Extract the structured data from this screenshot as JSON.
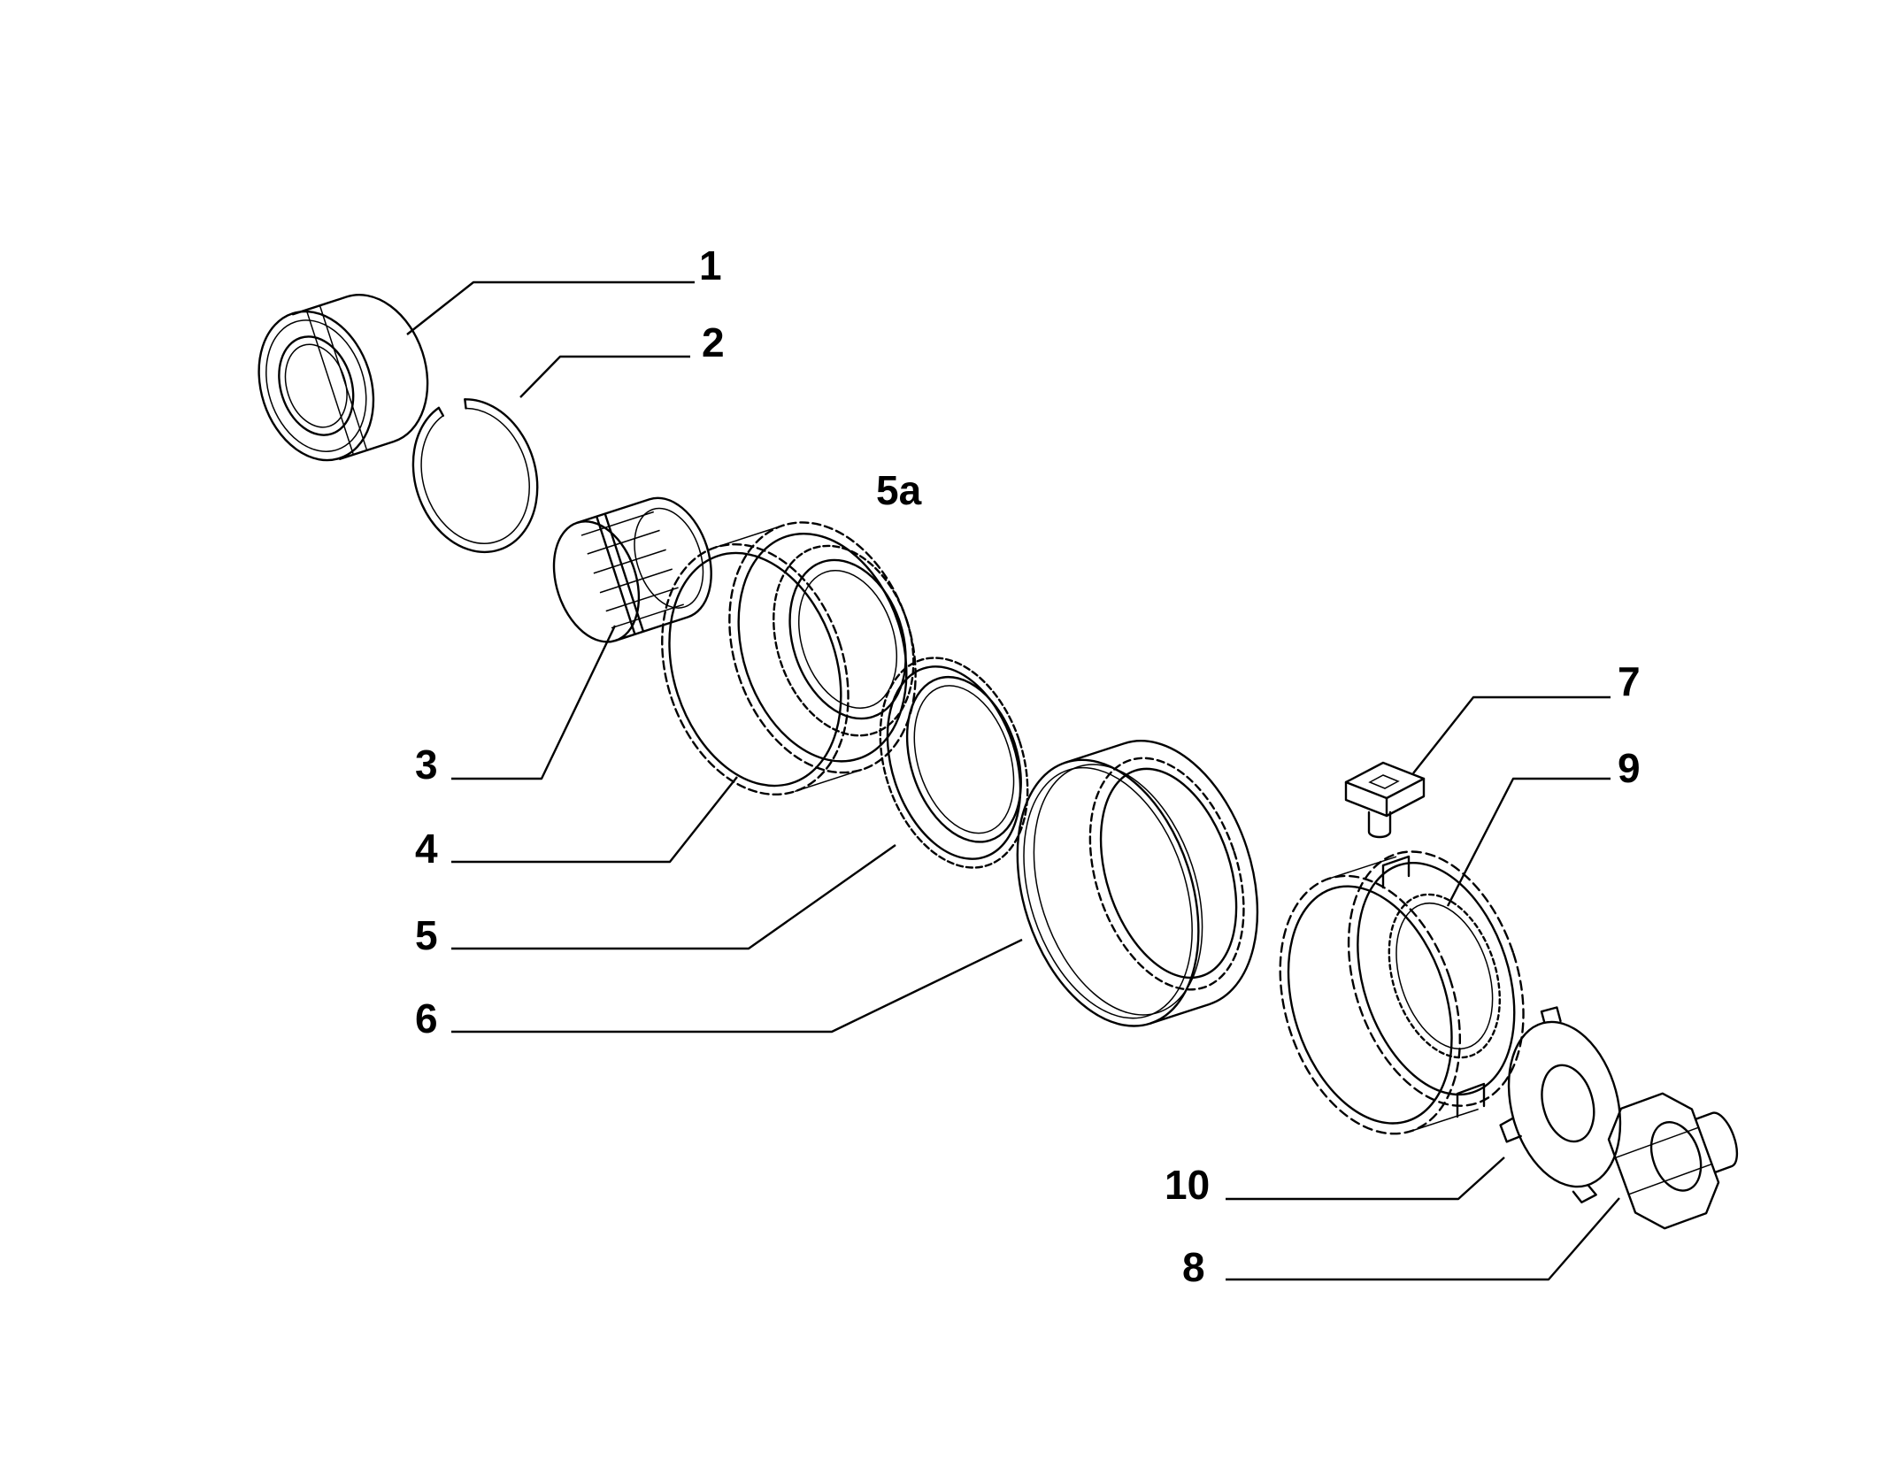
{
  "callouts": [
    {
      "id": "1",
      "text": "1"
    },
    {
      "id": "2",
      "text": "2"
    },
    {
      "id": "3",
      "text": "3"
    },
    {
      "id": "4",
      "text": "4"
    },
    {
      "id": "5",
      "text": "5"
    },
    {
      "id": "5a",
      "text": "5a"
    },
    {
      "id": "6",
      "text": "6"
    },
    {
      "id": "7",
      "text": "7"
    },
    {
      "id": "8",
      "text": "8"
    },
    {
      "id": "9",
      "text": "9"
    },
    {
      "id": "10",
      "text": "10"
    }
  ],
  "parts": [
    {
      "callout": "1",
      "icon": "ball-bearing-icon"
    },
    {
      "callout": "2",
      "icon": "snap-ring-icon"
    },
    {
      "callout": "3",
      "icon": "needle-roller-bearing-icon"
    },
    {
      "callout": "4",
      "icon": "gear-icon"
    },
    {
      "callout": "5",
      "icon": "synchronizer-ring-icon"
    },
    {
      "callout": "6",
      "icon": "sliding-sleeve-icon"
    },
    {
      "callout": "7",
      "icon": "synchronizer-key-icon"
    },
    {
      "callout": "8",
      "icon": "nut-icon"
    },
    {
      "callout": "9",
      "icon": "synchronizer-hub-icon"
    },
    {
      "callout": "10",
      "icon": "lock-washer-icon"
    }
  ]
}
